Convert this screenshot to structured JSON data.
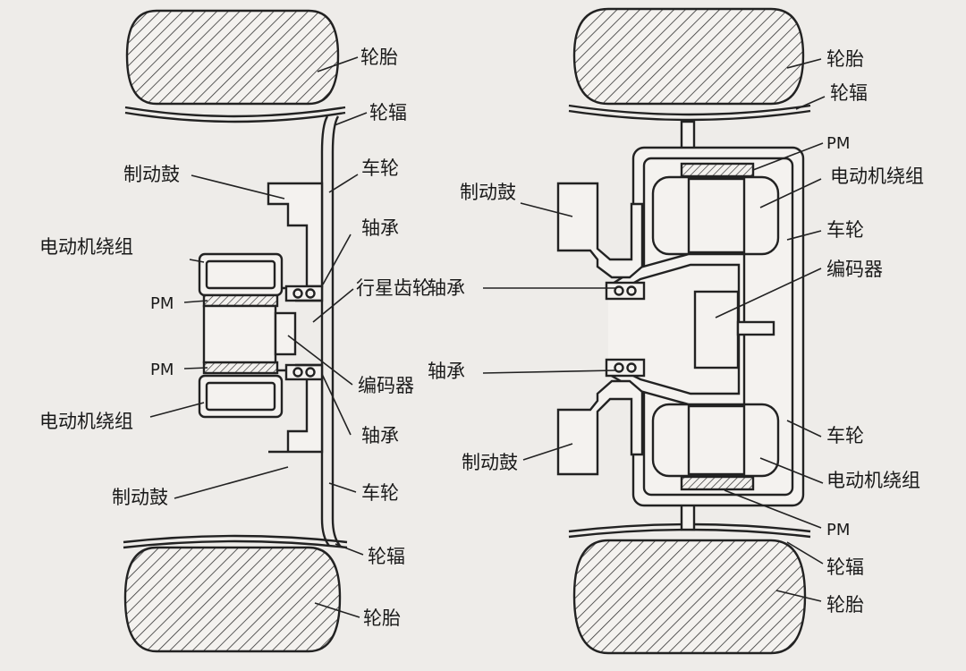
{
  "left_diagram": {
    "tire_top": "轮胎",
    "spoke_top": "轮辐",
    "wheel_top": "车轮",
    "brake_drum_top": "制动鼓",
    "bearing_top": "轴承",
    "motor_winding_top": "电动机绕组",
    "planetary_gear": "行星齿轮",
    "pm_top": "PM",
    "pm_bottom": "PM",
    "encoder": "编码器",
    "motor_winding_bottom": "电动机绕组",
    "bearing_bottom": "轴承",
    "brake_drum_bottom": "制动鼓",
    "wheel_bottom": "车轮",
    "spoke_bottom": "轮辐",
    "tire_bottom": "轮胎"
  },
  "right_diagram": {
    "tire_top": "轮胎",
    "spoke_top": "轮辐",
    "pm_top": "PM",
    "motor_winding_top": "电动机绕组",
    "brake_drum_top": "制动鼓",
    "wheel_top": "车轮",
    "encoder": "编码器",
    "bearing_top": "轴承",
    "bearing_bottom": "轴承",
    "wheel_bottom": "车轮",
    "brake_drum_bottom": "制动鼓",
    "motor_winding_bottom": "电动机绕组",
    "pm_bottom": "PM",
    "spoke_bottom": "轮辐",
    "tire_bottom": "轮胎"
  }
}
